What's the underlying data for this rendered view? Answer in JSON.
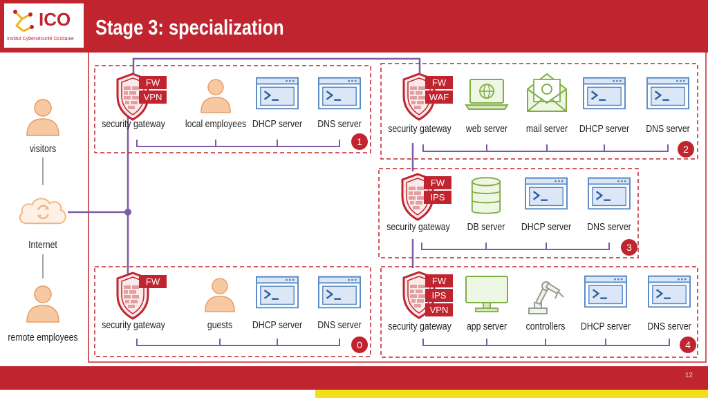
{
  "header": {
    "logo_text": "ICO",
    "logo_subtitle": "Institut Cybersécurité Occitanie",
    "title": "Stage 3: specialization"
  },
  "footer": {
    "page_number": "12"
  },
  "colors": {
    "brand_red": "#c0242f",
    "accent_yellow": "#f2df1a",
    "link_purple": "#7b5aa6",
    "zone_red": "#c0242f",
    "icon_blue": "#5a8ac6",
    "icon_green": "#8cbf4a",
    "icon_orange": "#f2b47e"
  },
  "external": {
    "visitors": "visitors",
    "internet": "Internet",
    "remote_employees": "remote employees"
  },
  "zones": [
    {
      "number": "1",
      "gateway_tags": [
        "FW",
        "VPN"
      ],
      "items": [
        "security gateway",
        "local employees",
        "DHCP server",
        "DNS server"
      ]
    },
    {
      "number": "2",
      "gateway_tags": [
        "FW",
        "WAF"
      ],
      "items": [
        "security gateway",
        "web server",
        "mail server",
        "DHCP server",
        "DNS server"
      ]
    },
    {
      "number": "3",
      "gateway_tags": [
        "FW",
        "IPS"
      ],
      "items": [
        "security gateway",
        "DB server",
        "DHCP server",
        "DNS server"
      ]
    },
    {
      "number": "0",
      "gateway_tags": [
        "FW"
      ],
      "items": [
        "security gateway",
        "guests",
        "DHCP server",
        "DNS server"
      ]
    },
    {
      "number": "4",
      "gateway_tags": [
        "FW",
        "IPS",
        "VPN"
      ],
      "items": [
        "security gateway",
        "app server",
        "controllers",
        "DHCP server",
        "DNS server"
      ]
    }
  ]
}
